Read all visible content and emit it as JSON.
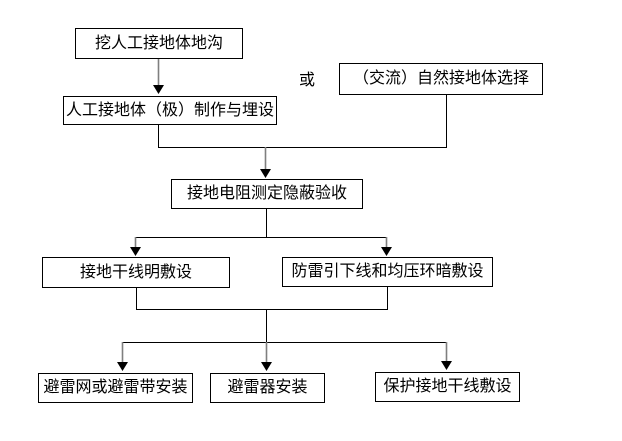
{
  "diagram": {
    "type": "flowchart",
    "or_label": "或",
    "nodes": {
      "dig_trench": {
        "label": "挖人工接地体地沟"
      },
      "artificial_ground": {
        "label": "人工接地体（极）制作与埋设"
      },
      "natural_ground": {
        "label": "（交流）自然接地体选择"
      },
      "resistance_test": {
        "label": "接地电阻测定隐蔽验收"
      },
      "trunk_exposed": {
        "label": "接地干线明敷设"
      },
      "down_conductor": {
        "label": "防雷引下线和均压环暗敷设"
      },
      "lightning_net": {
        "label": "避雷网或避雷带安装"
      },
      "arrester": {
        "label": "避雷器安装"
      },
      "protective_trunk": {
        "label": "保护接地干线敷设"
      }
    },
    "edges": [
      {
        "from": "dig_trench",
        "to": "artificial_ground",
        "style": "arrow"
      },
      {
        "from": "artificial_ground",
        "to": "resistance_test",
        "style": "elbow-merge-arrow"
      },
      {
        "from": "natural_ground",
        "to": "resistance_test",
        "style": "elbow-merge-arrow",
        "relation": "or-alternative"
      },
      {
        "from": "resistance_test",
        "to": "trunk_exposed",
        "style": "elbow-split-arrow"
      },
      {
        "from": "resistance_test",
        "to": "down_conductor",
        "style": "elbow-split-arrow"
      },
      {
        "from": "trunk_exposed",
        "to": "lightning_net",
        "style": "elbow-merge-split-arrow"
      },
      {
        "from": "trunk_exposed",
        "to": "arrester",
        "style": "elbow-merge-split-arrow"
      },
      {
        "from": "trunk_exposed",
        "to": "protective_trunk",
        "style": "elbow-merge-split-arrow"
      },
      {
        "from": "down_conductor",
        "to": "lightning_net",
        "style": "elbow-merge-split-arrow"
      },
      {
        "from": "down_conductor",
        "to": "arrester",
        "style": "elbow-merge-split-arrow"
      },
      {
        "from": "down_conductor",
        "to": "protective_trunk",
        "style": "elbow-merge-split-arrow"
      }
    ],
    "colors": {
      "background": "#ffffff",
      "box_background": "#ffffff",
      "box_border": "#000000",
      "text": "#000000",
      "connector_line": "#000000",
      "arrow_shaft": "#7f7f7f",
      "arrow_head": "#000000"
    }
  }
}
